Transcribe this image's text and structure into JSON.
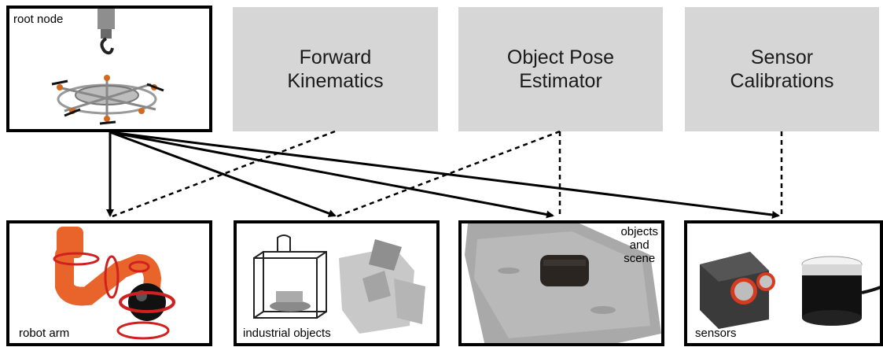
{
  "modules": [
    {
      "id": "forward-kinematics",
      "label": "Forward\nKinematics"
    },
    {
      "id": "object-pose-estimator",
      "label": "Object Pose\nEstimator"
    },
    {
      "id": "sensor-calibrations",
      "label": "Sensor\nCalibrations"
    }
  ],
  "nodes": {
    "root": {
      "label": "root node"
    },
    "robot_arm": {
      "label": "robot arm"
    },
    "industrial_objects": {
      "label": "industrial objects"
    },
    "objects_scene": {
      "label": "objects\nand\nscene"
    },
    "sensors": {
      "label": "sensors"
    }
  },
  "colors": {
    "border": "#000000",
    "module_fill": "#d6d6d6",
    "accent": "#e8572a"
  }
}
